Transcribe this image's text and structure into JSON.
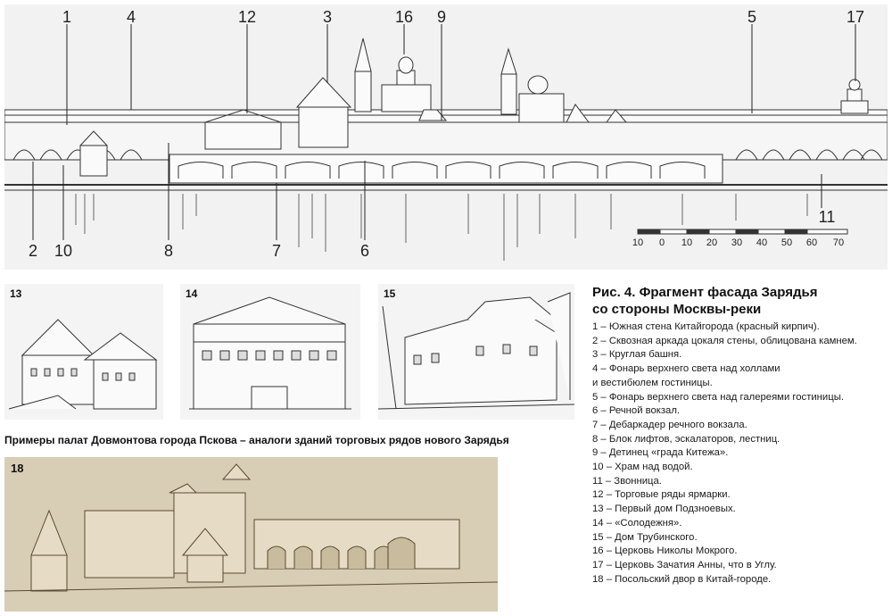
{
  "facade": {
    "callouts": [
      "1",
      "4",
      "12",
      "3",
      "16",
      "9",
      "5",
      "17",
      "2",
      "10",
      "8",
      "7",
      "6",
      "11"
    ],
    "scale": {
      "ticks": [
        "10",
        "0",
        "10",
        "20",
        "30",
        "40",
        "50",
        "60",
        "70"
      ]
    }
  },
  "figure": {
    "title_line1": "Рис. 4. Фрагмент фасада Зарядья",
    "title_line2": "со стороны Москвы-реки",
    "legend": [
      "1 – Южная стена Китайгорода (красный кирпич).",
      "2 – Сквозная аркада цокаля стены, облицована камнем.",
      "3 – Круглая башня.",
      "4 – Фонарь верхнего света над холлами",
      "и вестибюлем гостиницы.",
      "5 – Фонарь верхнего света над галереями гостиницы.",
      "6 – Речной вокзал.",
      "7 – Дебаркадер речного вокзала.",
      "8 – Блок лифтов, эскалаторов, лестниц.",
      "9 – Детинец «града Китежа».",
      "10 – Храм над водой.",
      "11 – Звонница.",
      "12 – Торговые ряды ярмарки.",
      "13 – Первый дом Подзноевых.",
      "14 – «Солодежня».",
      "15 – Дом Трубинского.",
      "16 – Церковь Николы Мокрого.",
      "17 – Церковь Зачатия Анны, что в Углу.",
      "18 – Посольский двор в Китай-городе."
    ]
  },
  "examples": {
    "caption": "Примеры палат Довмонтова города Пскова – аналоги зданий торговых рядов нового Зарядья",
    "thumb_13": "13",
    "thumb_14": "14",
    "thumb_15": "15",
    "thumb_18": "18"
  }
}
